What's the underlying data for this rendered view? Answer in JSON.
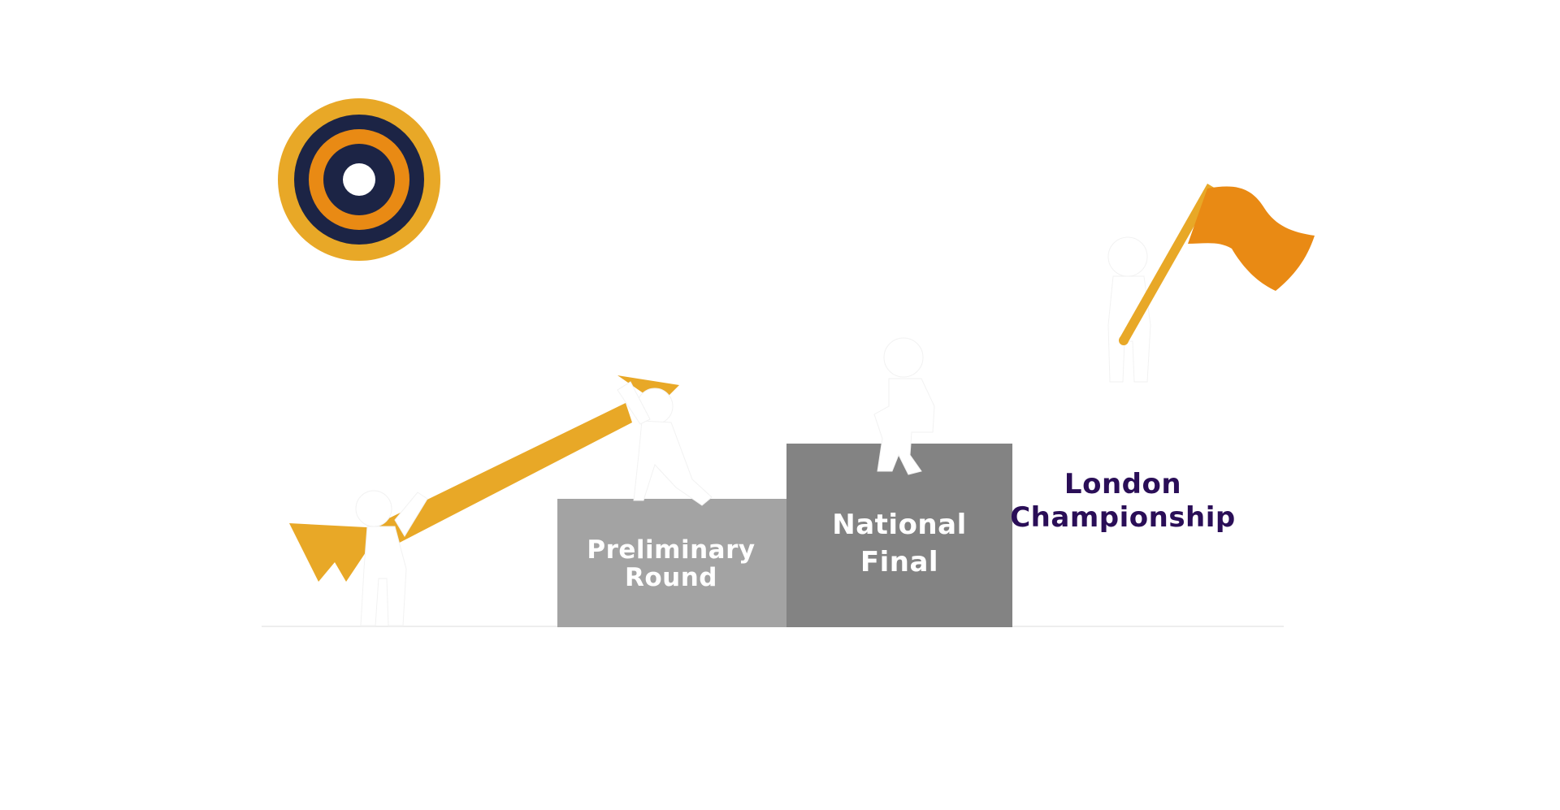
{
  "steps": [
    {
      "line1": "Preliminary",
      "line2": "Round",
      "block_color": "#a3a3a3",
      "text_color": "#ffffff"
    },
    {
      "line1": "National",
      "line2": "Final",
      "block_color": "#838383",
      "text_color": "#ffffff"
    },
    {
      "line1": "London",
      "line2": "Championship",
      "block_color": "#ffffff",
      "text_color": "#2a0e57"
    }
  ],
  "colors": {
    "gold": "#e8a827",
    "orange": "#e98a14",
    "navy": "#1c2445",
    "white": "#ffffff"
  },
  "icons": [
    "target-icon",
    "arrow-icon",
    "pencil-icon",
    "flag-icon",
    "person-figure"
  ]
}
